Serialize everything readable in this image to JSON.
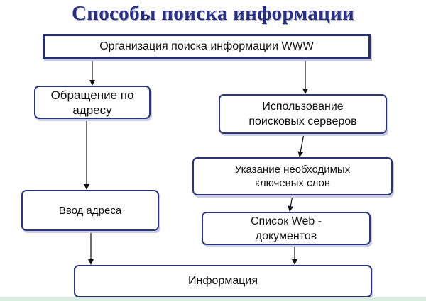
{
  "title": "Способы поиска информации",
  "nodes": {
    "root": "Организация поиска информации WWW",
    "address": "Обращение по\nадресу",
    "servers": "Использование\nпоисковых серверов",
    "keywords": "Указание необходимых\nключевых слов",
    "enter_address": "Ввод адреса",
    "web_list": "Список Web  -\nдокументов",
    "info": "Информация"
  },
  "colors": {
    "title": "#2a2f7e",
    "border": "#2c3577",
    "shadow": "#c9cde6",
    "arrow": "#111111"
  }
}
